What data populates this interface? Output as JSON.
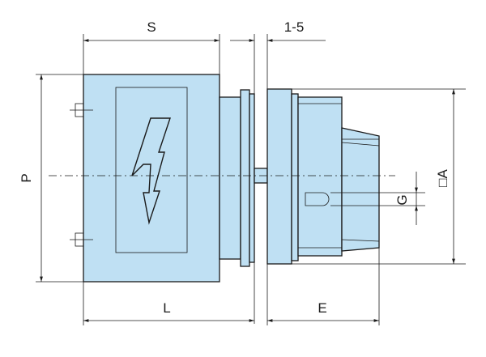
{
  "dimensions": {
    "S": "S",
    "gap": "1-5",
    "P": "P",
    "A": "□A",
    "G": "G",
    "L": "L",
    "E": "E"
  },
  "colors": {
    "body_fill": "#bfe0f3",
    "stroke": "#1a1a1a"
  },
  "icons": {
    "symbol": "lightning-bolt-icon"
  }
}
